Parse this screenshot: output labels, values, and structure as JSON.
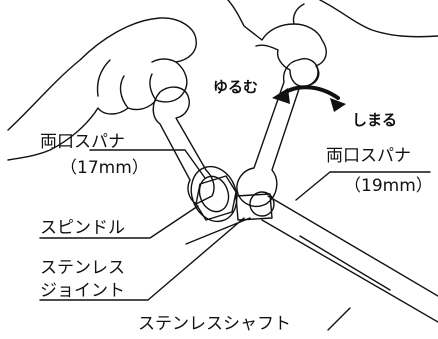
{
  "labels": {
    "loosen": "ゆるむ",
    "tighten": "しまる",
    "wrench_left": "両口スパナ",
    "wrench_left_size": "（17mm）",
    "wrench_right": "両口スパナ",
    "wrench_right_size": "（19mm）",
    "spindle": "スピンドル",
    "joint_line1": "ステンレス",
    "joint_line2": "ジョイント",
    "shaft": "ステンレスシャフト"
  },
  "colors": {
    "line": "#111111",
    "arrow": "#111111",
    "background": "#ffffff"
  }
}
